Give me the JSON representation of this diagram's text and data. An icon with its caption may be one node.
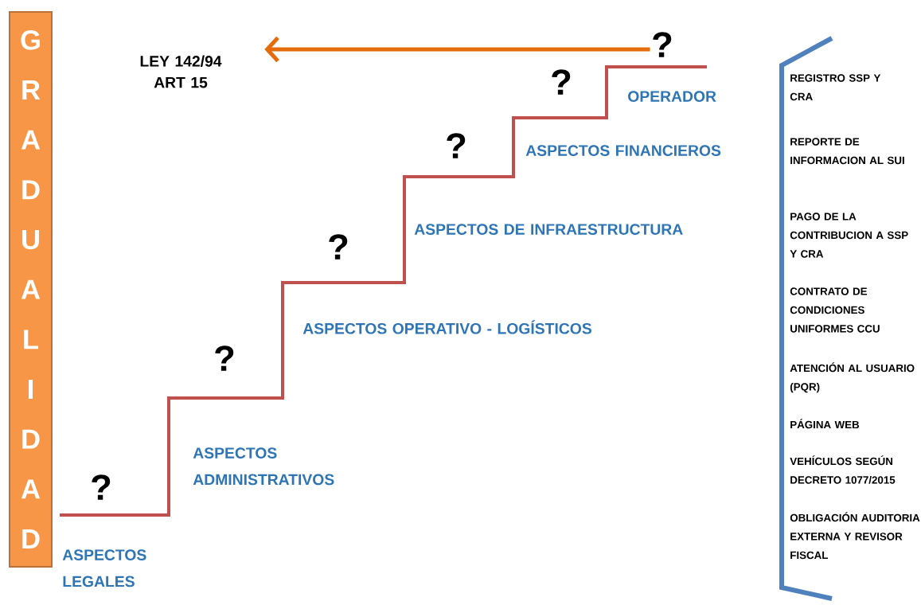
{
  "diagram": {
    "nodes": [
      {
        "text": [
          "GRADUALIDAD"
        ]
      },
      {
        "text": [
          "LEY 142/94 ART 15"
        ]
      },
      {
        "text": [
          "?"
        ]
      }
    ],
    "edges": [
      {
        "from": 2,
        "to": 1,
        "arrow": "to"
      }
    ],
    "labels": [
      "?",
      "OPERADOR",
      "?",
      "ASPECTOS FINANCIEROS",
      "ASPECTOS DE INFRAESTRUCTURA",
      "?",
      "ASPECTOS OPERATIVO - LOGÍSTICOS",
      "?",
      "ASPECTOS ADMINISTRATIVOS",
      "?",
      "ASPECTOS LEGALES",
      "REGISTRO SSP Y CRA",
      "REPORTE DE INFORMACION AL SUI",
      "PAGO DE LA CONTRIBUCION A SSP Y CRA",
      "CONTRATO DE CONDICIONES UNIFORMES CCU",
      "ATENCIÓN AL USUARIO (PQR)",
      "PÁGINA WEB",
      "VEHÍCULOS SEGÚN DECRETO 1077/2015",
      "OBLIGACIÓN AUDITORIA EXTERNA Y REVISOR FISCAL"
    ]
  }
}
